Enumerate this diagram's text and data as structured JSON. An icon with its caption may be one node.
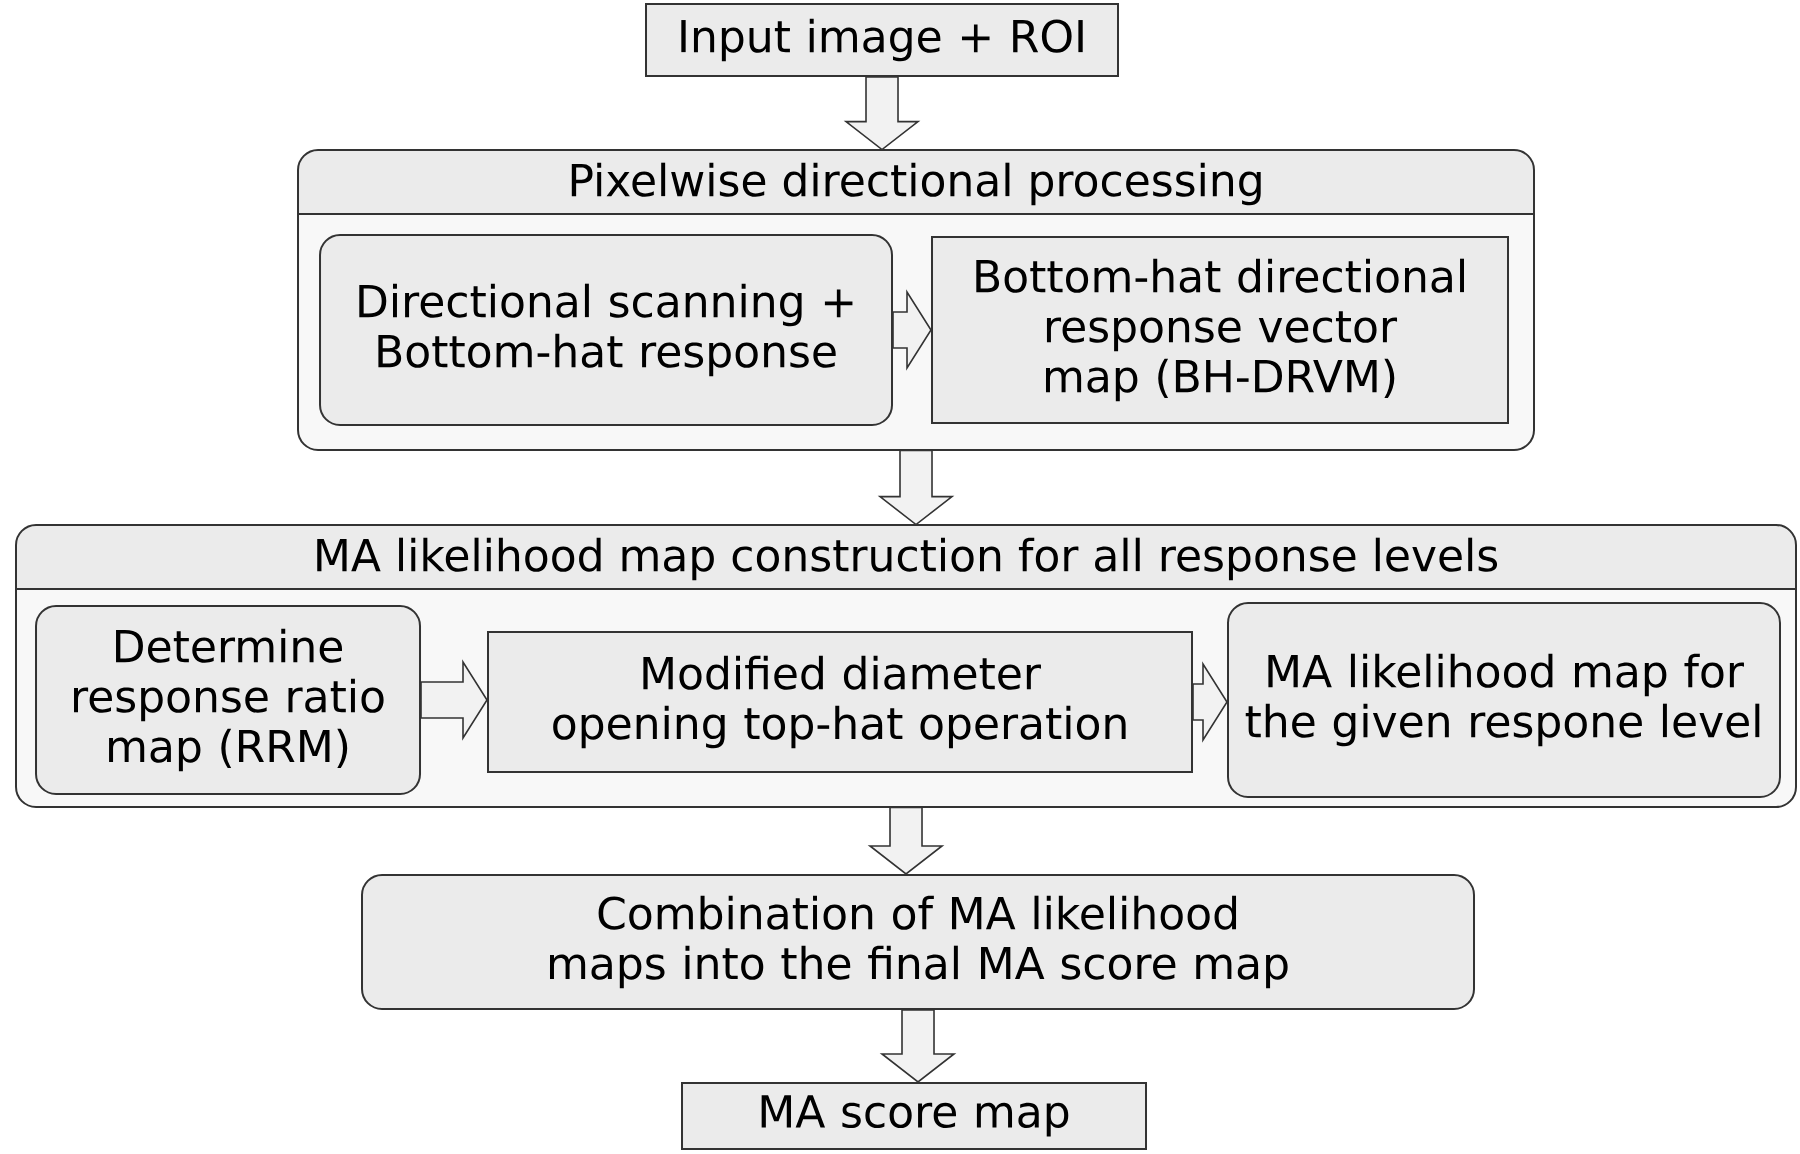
{
  "diagram": {
    "nodes": [
      {
        "text": [
          "Input image + ROI"
        ]
      },
      {
        "text": [
          "Pixelwise directional processing"
        ]
      },
      {
        "text": [
          "Directional scanning + Bottom-hat response"
        ],
        "in": 1
      },
      {
        "text": [
          "Bottom-hat directional response vector map (BH-DRVM)"
        ],
        "in": 1
      },
      {
        "text": [
          "MA likelihood map construction for all response levels"
        ]
      },
      {
        "text": [
          "Determine response ratio map (RRM)"
        ],
        "in": 4
      },
      {
        "text": [
          "Modified diameter opening top-hat operation"
        ],
        "in": 4
      },
      {
        "text": [
          "MA likelihood map for the given respone level"
        ],
        "in": 4
      },
      {
        "text": [
          "Combination of MA likelihood maps into the final MA score map"
        ]
      },
      {
        "text": [
          "MA score map"
        ]
      }
    ],
    "edges": [
      {
        "from": 0,
        "to": 1,
        "arrow": "to"
      },
      {
        "from": 2,
        "to": 3,
        "arrow": "to"
      },
      {
        "from": 1,
        "to": 4,
        "arrow": "to"
      },
      {
        "from": 5,
        "to": 6,
        "arrow": "to"
      },
      {
        "from": 6,
        "to": 7,
        "arrow": "to"
      },
      {
        "from": 4,
        "to": 8,
        "arrow": "to"
      },
      {
        "from": 8,
        "to": 9,
        "arrow": "to"
      }
    ]
  }
}
